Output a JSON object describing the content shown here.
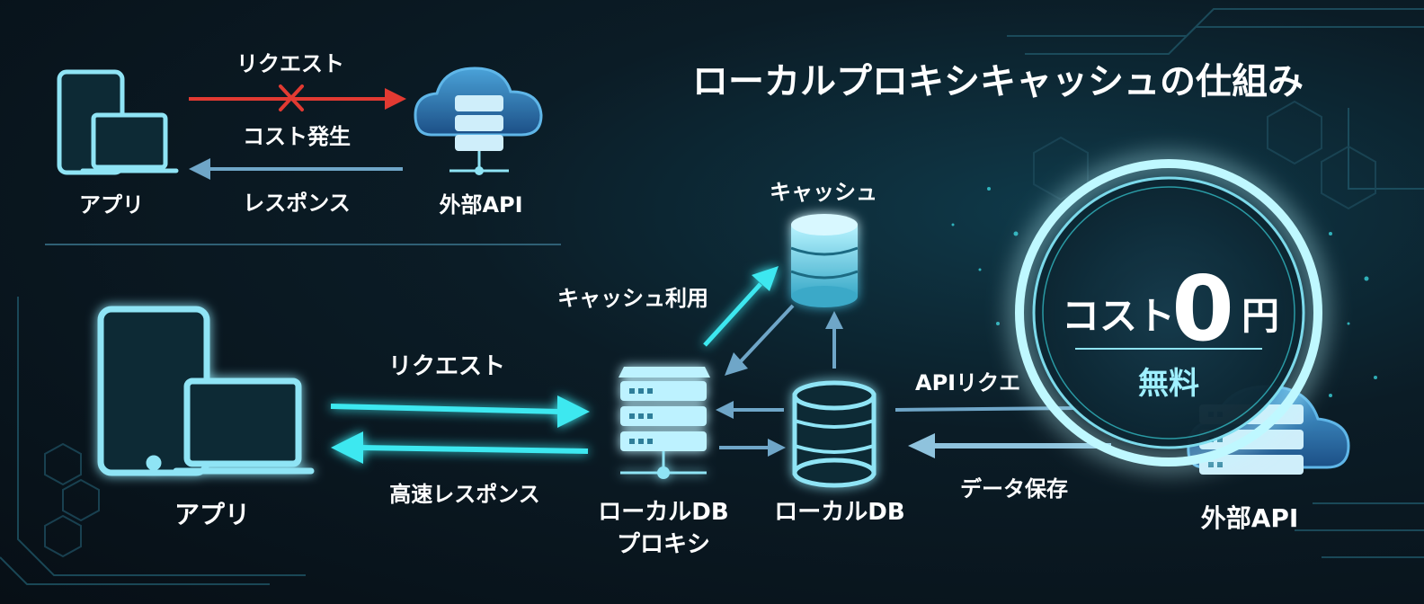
{
  "title": "ローカルプロキシキャッシュの仕組み",
  "top_section": {
    "app_label": "アプリ",
    "request_label": "リクエスト",
    "cost_label": "コスト発生",
    "response_label": "レスポンス",
    "external_api_label": "外部API"
  },
  "bottom_section": {
    "app_label": "アプリ",
    "request_label": "リクエスト",
    "fast_response_label": "高速レスポンス",
    "proxy_label_line1": "ローカルDB",
    "proxy_label_line2": "プロキシ",
    "cache_label": "キャッシュ",
    "cache_use_label": "キャッシュ利用",
    "local_db_label": "ローカルDB",
    "api_request_label": "APIリクエ",
    "data_save_label": "データ保存",
    "external_api_label": "外部API"
  },
  "badge": {
    "cost_label": "コスト",
    "zero": "0",
    "yen": "円",
    "free_label": "無料"
  },
  "colors": {
    "accent": "#3ee8f0",
    "device": "#8fe4f5",
    "red": "#e23a32",
    "muted_arrow": "#6fa6c8",
    "background": "#0b1c26"
  }
}
